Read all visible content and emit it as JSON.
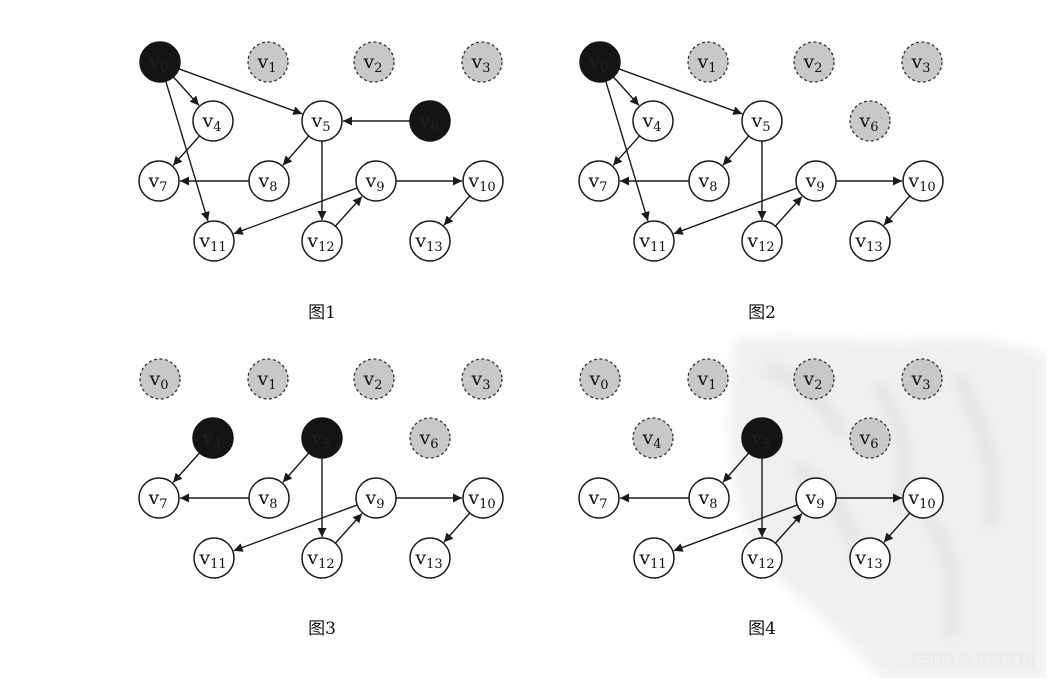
{
  "figures": [
    {
      "caption": "图1",
      "nodes": [
        {
          "id": "v0",
          "label": "v0",
          "state": "black"
        },
        {
          "id": "v1",
          "label": "v1",
          "state": "gray"
        },
        {
          "id": "v2",
          "label": "v2",
          "state": "gray"
        },
        {
          "id": "v3",
          "label": "v3",
          "state": "gray"
        },
        {
          "id": "v4",
          "label": "v4",
          "state": "white"
        },
        {
          "id": "v5",
          "label": "v5",
          "state": "white"
        },
        {
          "id": "v6",
          "label": "v6",
          "state": "black"
        },
        {
          "id": "v7",
          "label": "v7",
          "state": "white"
        },
        {
          "id": "v8",
          "label": "v8",
          "state": "white"
        },
        {
          "id": "v9",
          "label": "v9",
          "state": "white"
        },
        {
          "id": "v10",
          "label": "v10",
          "state": "white"
        },
        {
          "id": "v11",
          "label": "v11",
          "state": "white"
        },
        {
          "id": "v12",
          "label": "v12",
          "state": "white"
        },
        {
          "id": "v13",
          "label": "v13",
          "state": "white"
        }
      ],
      "edges": [
        [
          "v0",
          "v4"
        ],
        [
          "v0",
          "v5"
        ],
        [
          "v0",
          "v11"
        ],
        [
          "v4",
          "v7"
        ],
        [
          "v6",
          "v5"
        ],
        [
          "v5",
          "v8"
        ],
        [
          "v5",
          "v12"
        ],
        [
          "v8",
          "v7"
        ],
        [
          "v12",
          "v9"
        ],
        [
          "v9",
          "v11"
        ],
        [
          "v9",
          "v10"
        ],
        [
          "v10",
          "v13"
        ]
      ]
    },
    {
      "caption": "图2",
      "nodes": [
        {
          "id": "v0",
          "label": "v0",
          "state": "black"
        },
        {
          "id": "v1",
          "label": "v1",
          "state": "gray"
        },
        {
          "id": "v2",
          "label": "v2",
          "state": "gray"
        },
        {
          "id": "v3",
          "label": "v3",
          "state": "gray"
        },
        {
          "id": "v4",
          "label": "v4",
          "state": "white"
        },
        {
          "id": "v5",
          "label": "v5",
          "state": "white"
        },
        {
          "id": "v6",
          "label": "v6",
          "state": "gray"
        },
        {
          "id": "v7",
          "label": "v7",
          "state": "white"
        },
        {
          "id": "v8",
          "label": "v8",
          "state": "white"
        },
        {
          "id": "v9",
          "label": "v9",
          "state": "white"
        },
        {
          "id": "v10",
          "label": "v10",
          "state": "white"
        },
        {
          "id": "v11",
          "label": "v11",
          "state": "white"
        },
        {
          "id": "v12",
          "label": "v12",
          "state": "white"
        },
        {
          "id": "v13",
          "label": "v13",
          "state": "white"
        }
      ],
      "edges": [
        [
          "v0",
          "v4"
        ],
        [
          "v0",
          "v5"
        ],
        [
          "v0",
          "v11"
        ],
        [
          "v4",
          "v7"
        ],
        [
          "v5",
          "v8"
        ],
        [
          "v5",
          "v12"
        ],
        [
          "v8",
          "v7"
        ],
        [
          "v12",
          "v9"
        ],
        [
          "v9",
          "v11"
        ],
        [
          "v9",
          "v10"
        ],
        [
          "v10",
          "v13"
        ]
      ]
    },
    {
      "caption": "图3",
      "nodes": [
        {
          "id": "v0",
          "label": "v0",
          "state": "gray"
        },
        {
          "id": "v1",
          "label": "v1",
          "state": "gray"
        },
        {
          "id": "v2",
          "label": "v2",
          "state": "gray"
        },
        {
          "id": "v3",
          "label": "v3",
          "state": "gray"
        },
        {
          "id": "v4",
          "label": "v4",
          "state": "black"
        },
        {
          "id": "v5",
          "label": "v5",
          "state": "black"
        },
        {
          "id": "v6",
          "label": "v6",
          "state": "gray"
        },
        {
          "id": "v7",
          "label": "v7",
          "state": "white"
        },
        {
          "id": "v8",
          "label": "v8",
          "state": "white"
        },
        {
          "id": "v9",
          "label": "v9",
          "state": "white"
        },
        {
          "id": "v10",
          "label": "v10",
          "state": "white"
        },
        {
          "id": "v11",
          "label": "v11",
          "state": "white"
        },
        {
          "id": "v12",
          "label": "v12",
          "state": "white"
        },
        {
          "id": "v13",
          "label": "v13",
          "state": "white"
        }
      ],
      "edges": [
        [
          "v4",
          "v7"
        ],
        [
          "v5",
          "v8"
        ],
        [
          "v5",
          "v12"
        ],
        [
          "v8",
          "v7"
        ],
        [
          "v12",
          "v9"
        ],
        [
          "v9",
          "v11"
        ],
        [
          "v9",
          "v10"
        ],
        [
          "v10",
          "v13"
        ]
      ]
    },
    {
      "caption": "图4",
      "nodes": [
        {
          "id": "v0",
          "label": "v0",
          "state": "gray"
        },
        {
          "id": "v1",
          "label": "v1",
          "state": "gray"
        },
        {
          "id": "v2",
          "label": "v2",
          "state": "gray"
        },
        {
          "id": "v3",
          "label": "v3",
          "state": "gray"
        },
        {
          "id": "v4",
          "label": "v4",
          "state": "gray"
        },
        {
          "id": "v5",
          "label": "v5",
          "state": "black"
        },
        {
          "id": "v6",
          "label": "v6",
          "state": "gray"
        },
        {
          "id": "v7",
          "label": "v7",
          "state": "white"
        },
        {
          "id": "v8",
          "label": "v8",
          "state": "white"
        },
        {
          "id": "v9",
          "label": "v9",
          "state": "white"
        },
        {
          "id": "v10",
          "label": "v10",
          "state": "white"
        },
        {
          "id": "v11",
          "label": "v11",
          "state": "white"
        },
        {
          "id": "v12",
          "label": "v12",
          "state": "white"
        },
        {
          "id": "v13",
          "label": "v13",
          "state": "white"
        }
      ],
      "edges": [
        [
          "v5",
          "v8"
        ],
        [
          "v5",
          "v12"
        ],
        [
          "v8",
          "v7"
        ],
        [
          "v12",
          "v9"
        ],
        [
          "v9",
          "v11"
        ],
        [
          "v9",
          "v10"
        ],
        [
          "v10",
          "v13"
        ]
      ]
    }
  ],
  "colors": {
    "black": "#141414",
    "gray": "#c8c8c8",
    "white": "#ffffff",
    "stroke": "#1a1a1a"
  },
  "watermark": "CSDN @我擦了DJ"
}
